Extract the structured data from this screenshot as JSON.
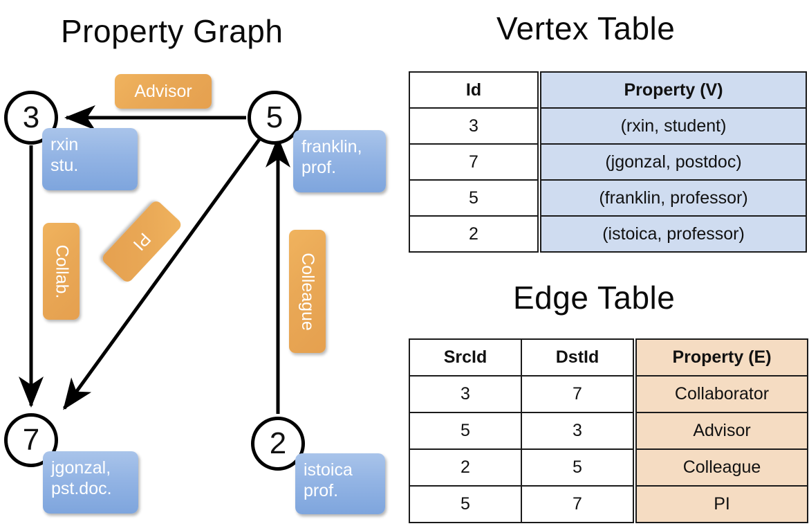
{
  "titles": {
    "property_graph": "Property Graph",
    "vertex_table": "Vertex Table",
    "edge_table": "Edge Table"
  },
  "colors": {
    "vertex_property_fill": "#cfdcf0",
    "edge_property_fill": "#f5dcc2",
    "node_property_box": "#93b4e4",
    "edge_label_chip": "#e9a856",
    "stroke": "#000000"
  },
  "graph": {
    "nodes": [
      {
        "id": "3",
        "label": "3",
        "property_line1": "rxin",
        "property_line2": "stu."
      },
      {
        "id": "5",
        "label": "5",
        "property_line1": "franklin,",
        "property_line2": "prof."
      },
      {
        "id": "7",
        "label": "7",
        "property_line1": "jgonzal,",
        "property_line2": "pst.doc."
      },
      {
        "id": "2",
        "label": "2",
        "property_line1": "istoica",
        "property_line2": "prof."
      }
    ],
    "edge_labels": [
      {
        "name": "advisor",
        "text": "Advisor"
      },
      {
        "name": "collab",
        "text": "Collab."
      },
      {
        "name": "pi",
        "text": "PI"
      },
      {
        "name": "colleague",
        "text": "Colleague"
      }
    ],
    "edges": [
      {
        "from": "5",
        "to": "3",
        "label": "Advisor"
      },
      {
        "from": "3",
        "to": "7",
        "label": "Collab."
      },
      {
        "from": "5",
        "to": "7",
        "label": "PI"
      },
      {
        "from": "2",
        "to": "5",
        "label": "Colleague"
      }
    ]
  },
  "vertex_table": {
    "headers": {
      "id": "Id",
      "property": "Property (V)"
    },
    "rows": [
      {
        "id": "3",
        "property": "(rxin, student)"
      },
      {
        "id": "7",
        "property": "(jgonzal, postdoc)"
      },
      {
        "id": "5",
        "property": "(franklin, professor)"
      },
      {
        "id": "2",
        "property": "(istoica, professor)"
      }
    ]
  },
  "edge_table": {
    "headers": {
      "src": "SrcId",
      "dst": "DstId",
      "property": "Property (E)"
    },
    "rows": [
      {
        "src": "3",
        "dst": "7",
        "property": "Collaborator"
      },
      {
        "src": "5",
        "dst": "3",
        "property": "Advisor"
      },
      {
        "src": "2",
        "dst": "5",
        "property": "Colleague"
      },
      {
        "src": "5",
        "dst": "7",
        "property": "PI"
      }
    ]
  }
}
